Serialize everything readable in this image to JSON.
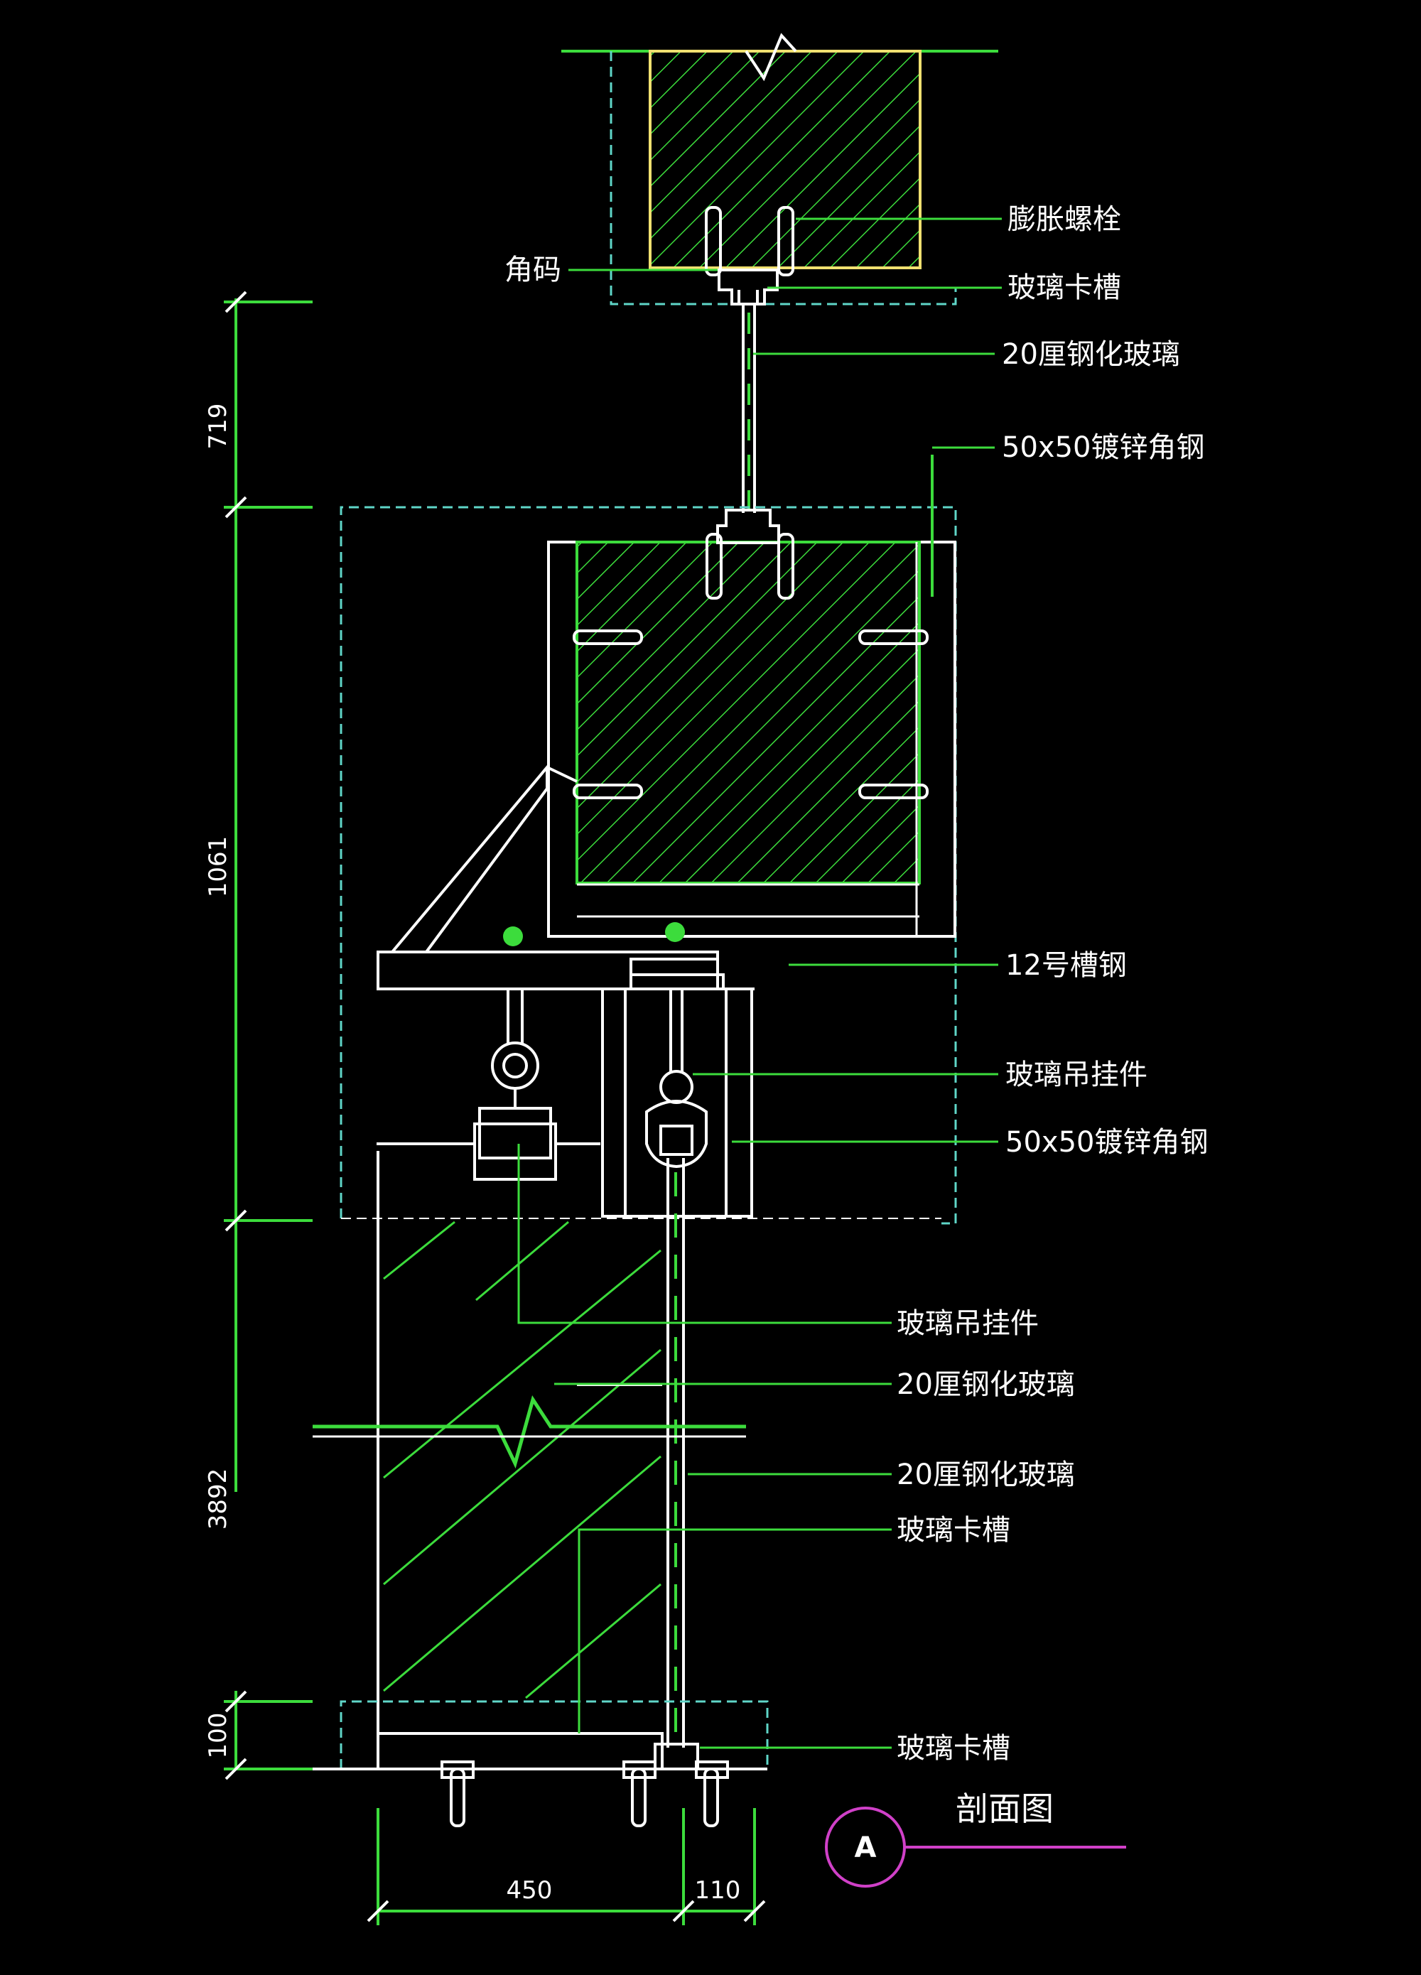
{
  "drawing": {
    "title": "剖面图",
    "section_mark": "A",
    "colors": {
      "background": "#000000",
      "outline": "#ffffff",
      "green": "#3cdc3c",
      "dashed_cyan": "#5fd6c8",
      "section_magenta": "#d040c8"
    },
    "callouts": {
      "expansion_bolt": "膨胀螺栓",
      "corner_code": "角码",
      "glass_clip_top": "玻璃卡槽",
      "tempered_glass_top": "20厘钢化玻璃",
      "angle_steel_top": "50x50镀锌角钢",
      "channel_steel": "12号槽钢",
      "glass_hanger_right": "玻璃吊挂件",
      "angle_steel_mid": "50x50镀锌角钢",
      "glass_hanger_lower": "玻璃吊挂件",
      "tempered_glass_a": "20厘钢化玻璃",
      "tempered_glass_b": "20厘钢化玻璃",
      "glass_clip_mid": "玻璃卡槽",
      "glass_clip_bottom": "玻璃卡槽"
    },
    "dimensions": {
      "d719": "719",
      "d1061": "1061",
      "d3892": "3892",
      "d100": "100",
      "d450": "450",
      "d110": "110"
    }
  }
}
